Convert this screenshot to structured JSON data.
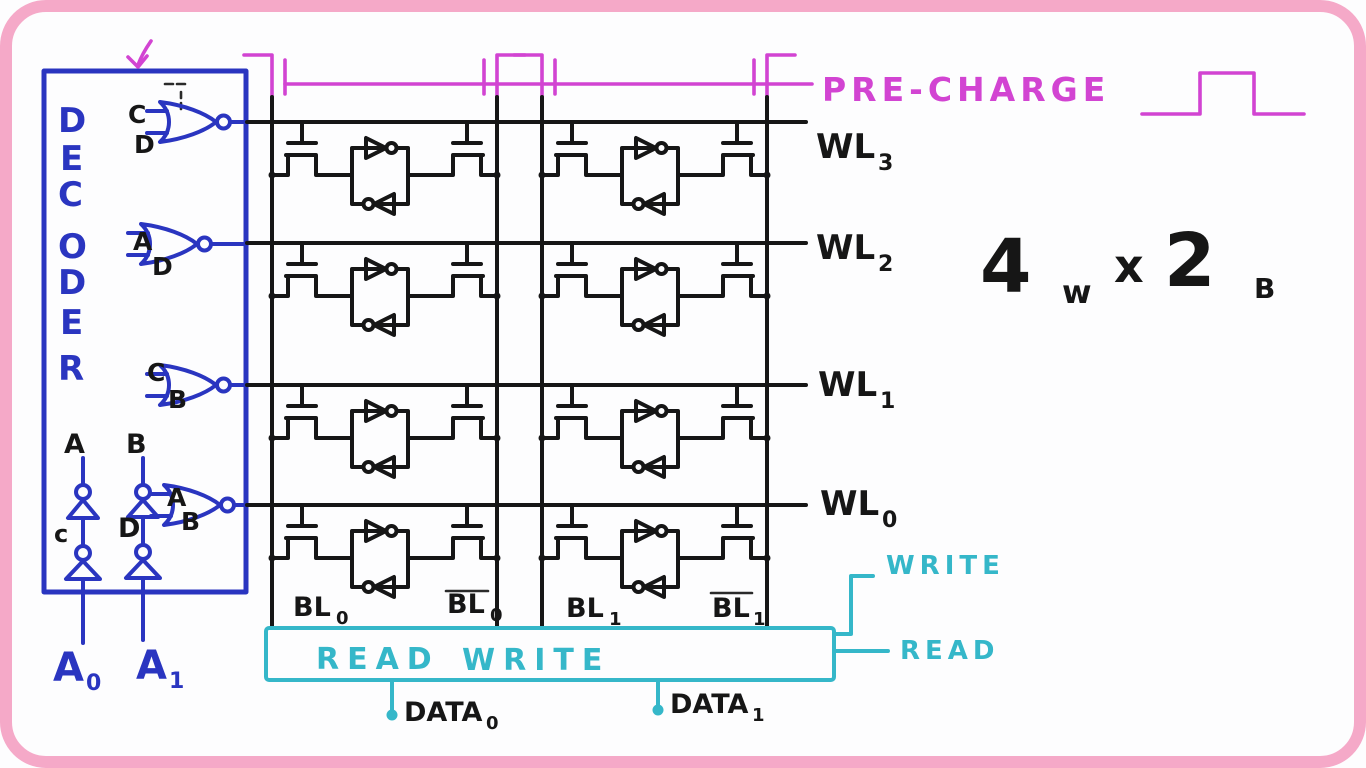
{
  "colors": {
    "border_pink": "#f5a9c8",
    "ink_blue": "#2a35c0",
    "ink_black": "#161616",
    "ink_magenta": "#d244d2",
    "ink_cyan": "#35b7c9",
    "background": "#fdfdfe"
  },
  "decoder": {
    "letters": [
      "D",
      "E",
      "C",
      "O",
      "D",
      "E",
      "R"
    ],
    "gates": [
      {
        "row": "wl3",
        "top_input": "C",
        "bottom_input": "D"
      },
      {
        "row": "wl2",
        "top_input": "A",
        "bottom_input": "D"
      },
      {
        "row": "wl1",
        "top_input": "C",
        "bottom_input": "B"
      },
      {
        "row": "wl0",
        "top_input": "A",
        "bottom_input": "B"
      }
    ],
    "buffer_chains": [
      {
        "output_label": "A",
        "mid_label": "c",
        "input": {
          "base": "A",
          "sub": "0"
        }
      },
      {
        "output_label": "B",
        "mid_label": "D",
        "input": {
          "base": "A",
          "sub": "1"
        }
      }
    ]
  },
  "word_lines": [
    {
      "base": "WL",
      "sub": "3"
    },
    {
      "base": "WL",
      "sub": "2"
    },
    {
      "base": "WL",
      "sub": "1"
    },
    {
      "base": "WL",
      "sub": "0"
    }
  ],
  "bit_lines": [
    {
      "base": "BL",
      "sub": "0",
      "complement": false
    },
    {
      "base": "BL",
      "sub": "0",
      "complement": true
    },
    {
      "base": "BL",
      "sub": "1",
      "complement": false
    },
    {
      "base": "BL",
      "sub": "1",
      "complement": true
    }
  ],
  "precharge": {
    "label": "PRE-CHARGE"
  },
  "capacity": {
    "words": "4",
    "words_unit": "w",
    "times": "x",
    "bits": "2",
    "bits_unit": "B"
  },
  "read_write": {
    "box_label_read": "READ",
    "box_label_write": "WRITE",
    "write_signal": "WRITE",
    "read_signal": "READ",
    "data_ports": [
      {
        "base": "DATA",
        "sub": "0"
      },
      {
        "base": "DATA",
        "sub": "1"
      }
    ]
  }
}
